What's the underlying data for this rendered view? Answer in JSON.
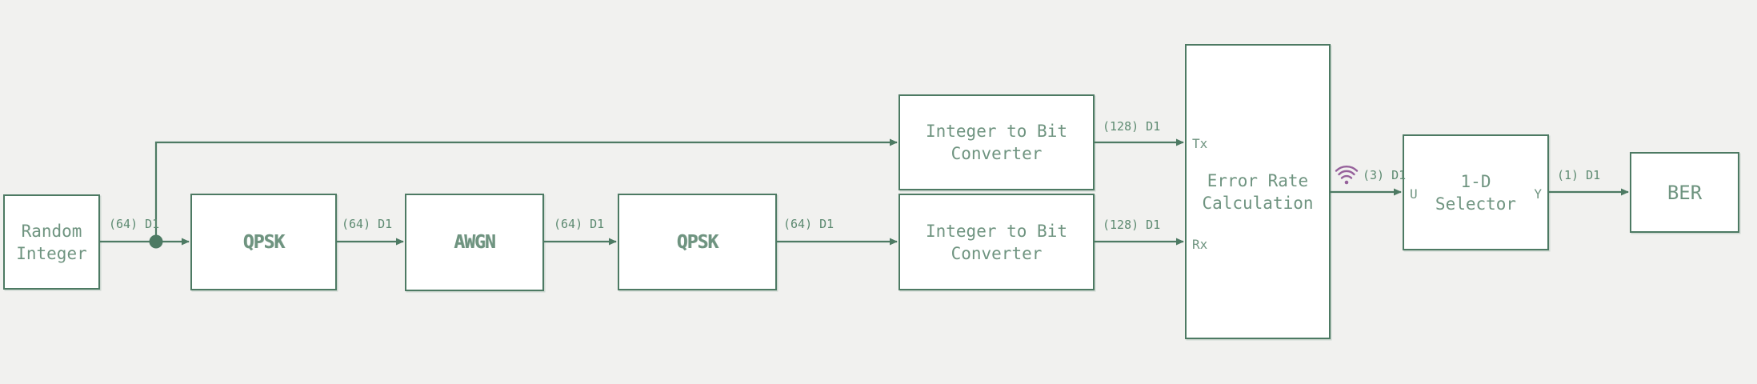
{
  "diagram": {
    "type": "simulink-block-diagram",
    "colors": {
      "background": "#f1f1ef",
      "line": "#4d7a63",
      "block_fill": "#ffffff",
      "block_text": "#6f9480",
      "signal_label_text": "#5d8a71",
      "logging_badge": "#96619b"
    },
    "blocks": [
      {
        "name": "random-integer",
        "label": "Random\nInteger"
      },
      {
        "name": "qpsk-modulator",
        "label": "QPSK",
        "icon": "square-wave-to-sine-icon"
      },
      {
        "name": "awgn-channel",
        "label": "AWGN",
        "icon": "antenna-channel-icon"
      },
      {
        "name": "qpsk-demodulator",
        "label": "QPSK",
        "icon": "sine-to-square-wave-icon"
      },
      {
        "name": "integer-to-bit-converter-tx",
        "label": "Integer to Bit\nConverter"
      },
      {
        "name": "integer-to-bit-converter-rx",
        "label": "Integer to Bit\nConverter"
      },
      {
        "name": "error-rate-calculation",
        "label": "Error Rate\nCalculation",
        "ports": {
          "tx": "Tx",
          "rx": "Rx"
        }
      },
      {
        "name": "selector",
        "label": "1-D\nSelector",
        "ports": {
          "u": "U",
          "y": "Y"
        }
      },
      {
        "name": "ber-display",
        "label": "BER"
      }
    ],
    "signal_labels": {
      "random_integer_out": "(64) D1",
      "qpsk_modulator_out": "(64) D1",
      "awgn_out": "(64) D1",
      "qpsk_demodulator_out": "(64) D1",
      "integer_to_bit_tx_out": "(128) D1",
      "integer_to_bit_rx_out": "(128) D1",
      "error_rate_out": "(3) D1",
      "selector_out": "(1) D1"
    },
    "icons": {
      "signal_logging_badge": "wifi-icon"
    }
  }
}
